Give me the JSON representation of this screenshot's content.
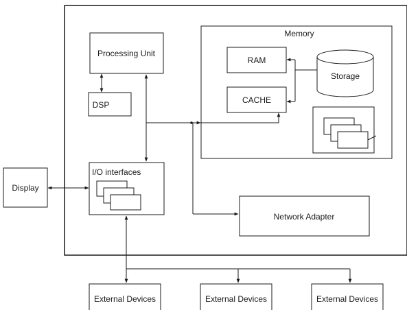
{
  "memory": {
    "label": "Memory"
  },
  "processing_unit": {
    "label": "Processing Unit"
  },
  "dsp": {
    "label": "DSP"
  },
  "ram": {
    "label": "RAM"
  },
  "cache": {
    "label": "CACHE"
  },
  "storage": {
    "label": "Storage"
  },
  "io_interfaces": {
    "label": "I/O interfaces"
  },
  "display": {
    "label": "Display"
  },
  "network_adapter": {
    "label": "Network Adapter"
  },
  "external_devices": [
    {
      "label": "External Devices"
    },
    {
      "label": "External Devices"
    },
    {
      "label": "External Devices"
    }
  ],
  "colors": {
    "stroke": "#1a1a1a",
    "background": "#ffffff"
  }
}
